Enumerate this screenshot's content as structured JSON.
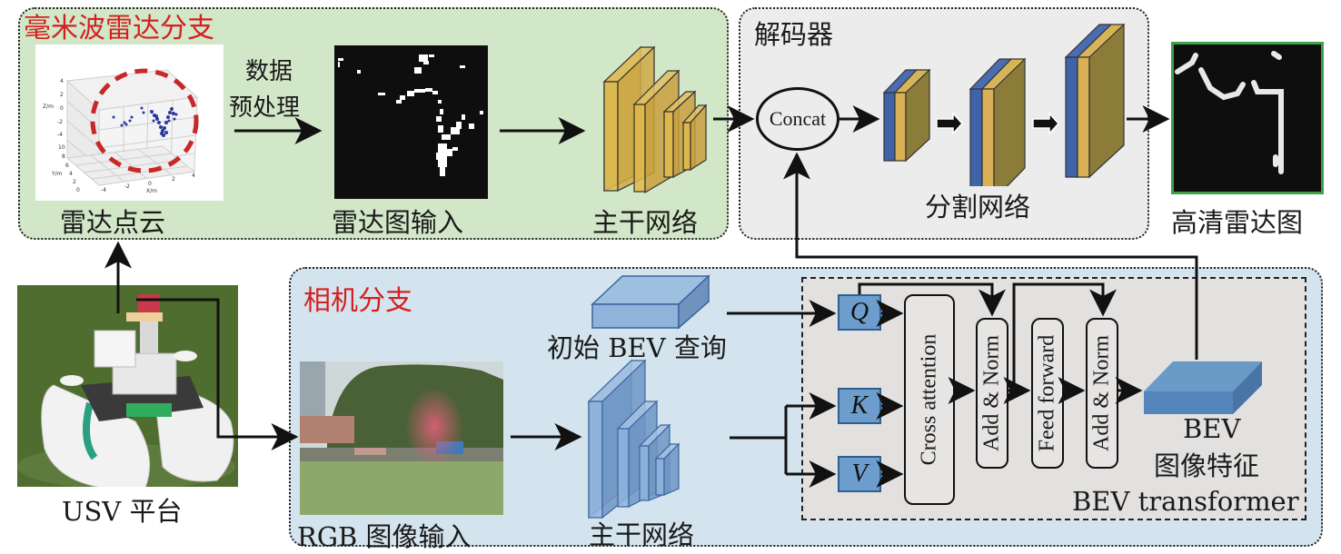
{
  "radar_branch": {
    "title": "毫米波雷达分支",
    "point_cloud_label": "雷达点云",
    "preprocess_label_line1": "数据",
    "preprocess_label_line2": "预处理",
    "radar_image_label": "雷达图输入",
    "backbone_label": "主干网络",
    "point_cloud_plot": {
      "z_axis_label": "Z/m",
      "z_ticks": [
        "4",
        "2",
        "0",
        "-2",
        "-4"
      ],
      "y_axis_label": "Y/m",
      "y_ticks": [
        "10",
        "8",
        "6",
        "4",
        "2",
        "0"
      ],
      "x_axis_label": "X/m",
      "x_ticks": [
        "-4",
        "-2",
        "0",
        "2",
        "4"
      ]
    }
  },
  "decoder": {
    "title": "解码器",
    "concat_label": "Concat",
    "segmentation_label": "分割网络"
  },
  "output": {
    "label": "高清雷达图"
  },
  "usv": {
    "label": "USV 平台"
  },
  "camera_branch": {
    "title": "相机分支",
    "rgb_label": "RGB 图像输入",
    "query_label": "初始 BEV 查询",
    "backbone_label": "主干网络"
  },
  "bev_transformer": {
    "title": "BEV transformer",
    "q_label": "Q",
    "k_label": "K",
    "v_label": "V",
    "cross_attention_label": "Cross attention",
    "add_norm_1_label": "Add & Norm",
    "feed_forward_label": "Feed forward",
    "add_norm_2_label": "Add & Norm",
    "bev_feature_label_line1": "BEV",
    "bev_feature_label_line2": "图像特征"
  },
  "colors": {
    "radar_panel_bg": "#d2e6c8",
    "decoder_panel_bg": "#ececec",
    "camera_panel_bg": "#d4e4ee",
    "transformer_bg": "#e3e1e0",
    "branch_title": "#d42020",
    "backbone_gold": "#d4b04c",
    "camera_blue": "#7ea6cf",
    "decoder_blue": "#3f63a8",
    "output_frame": "#3fa04a"
  }
}
